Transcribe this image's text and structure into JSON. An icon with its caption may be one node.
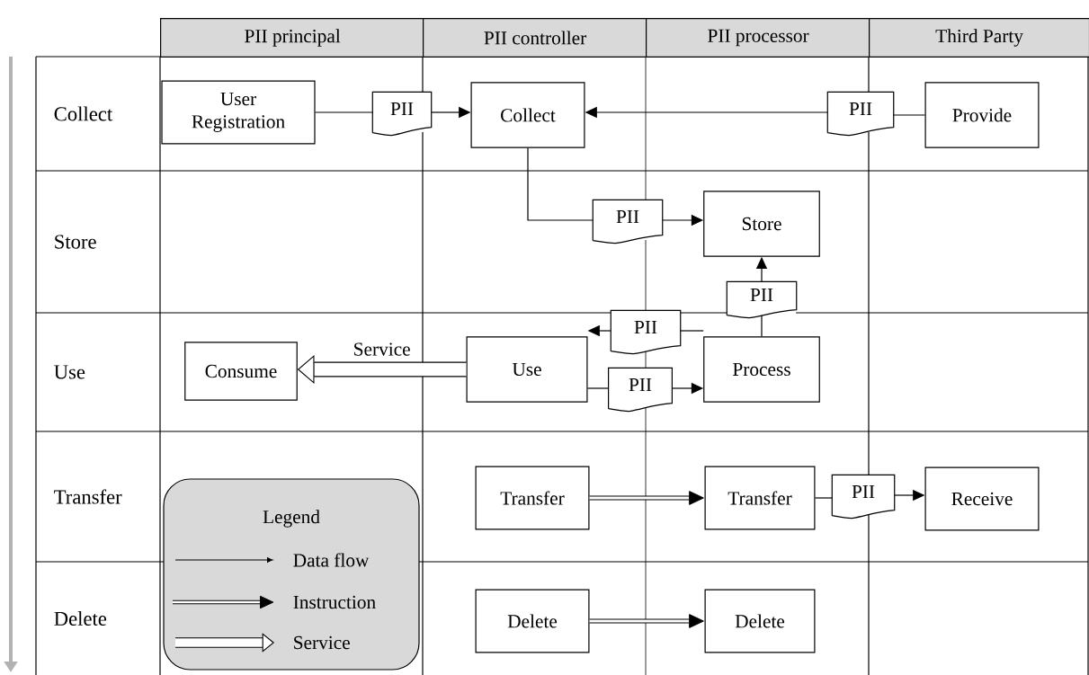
{
  "diagram": {
    "nodes": [
      {
        "text": [
          "User Registration"
        ]
      },
      {
        "text": [
          "PII"
        ]
      },
      {
        "text": [
          "Collect"
        ]
      },
      {
        "text": [
          "PII"
        ]
      },
      {
        "text": [
          "Provide"
        ]
      },
      {
        "text": [
          "PII"
        ]
      },
      {
        "text": [
          "Store"
        ]
      },
      {
        "text": [
          "PII"
        ]
      },
      {
        "text": [
          "PII"
        ]
      },
      {
        "text": [
          "Use"
        ]
      },
      {
        "text": [
          "Process"
        ]
      },
      {
        "text": [
          "PII"
        ]
      },
      {
        "text": [
          "Consume"
        ]
      },
      {
        "text": [
          "Transfer"
        ]
      },
      {
        "text": [
          "Transfer"
        ]
      },
      {
        "text": [
          "PII"
        ]
      },
      {
        "text": [
          "Receive"
        ]
      },
      {
        "text": [
          "Delete"
        ]
      },
      {
        "text": [
          "Delete"
        ]
      }
    ],
    "edges": [
      {
        "from": 0,
        "to": 1,
        "arrow": "none"
      },
      {
        "from": 1,
        "to": 2,
        "arrow": "to"
      },
      {
        "from": 4,
        "to": 3,
        "arrow": "none"
      },
      {
        "from": 3,
        "to": 2,
        "arrow": "to"
      },
      {
        "from": 2,
        "to": 5,
        "arrow": "none"
      },
      {
        "from": 5,
        "to": 6,
        "arrow": "to"
      },
      {
        "from": 10,
        "to": 7,
        "arrow": "none"
      },
      {
        "from": 7,
        "to": 6,
        "arrow": "to"
      },
      {
        "from": 10,
        "to": 8,
        "arrow": "none"
      },
      {
        "from": 8,
        "to": 9,
        "arrow": "to"
      },
      {
        "from": 9,
        "to": 11,
        "arrow": "none"
      },
      {
        "from": 11,
        "to": 10,
        "arrow": "to"
      },
      {
        "from": 9,
        "to": 12,
        "arrow": "to",
        "label": "Service",
        "style": "thick"
      },
      {
        "from": 13,
        "to": 14,
        "arrow": "to",
        "style": "thick"
      },
      {
        "from": 14,
        "to": 15,
        "arrow": "none"
      },
      {
        "from": 15,
        "to": 16,
        "arrow": "to"
      },
      {
        "from": 17,
        "to": 18,
        "arrow": "to",
        "style": "thick"
      }
    ],
    "labels": [
      "PII principal",
      "PII controller",
      "PII processor",
      "Third Party",
      "Collect",
      "Store",
      "Use",
      "Transfer",
      "Delete",
      "Legend"
    ],
    "legend": [
      {
        "text": "Data flow"
      },
      {
        "text": "Instruction"
      },
      {
        "text": "Service"
      }
    ]
  }
}
